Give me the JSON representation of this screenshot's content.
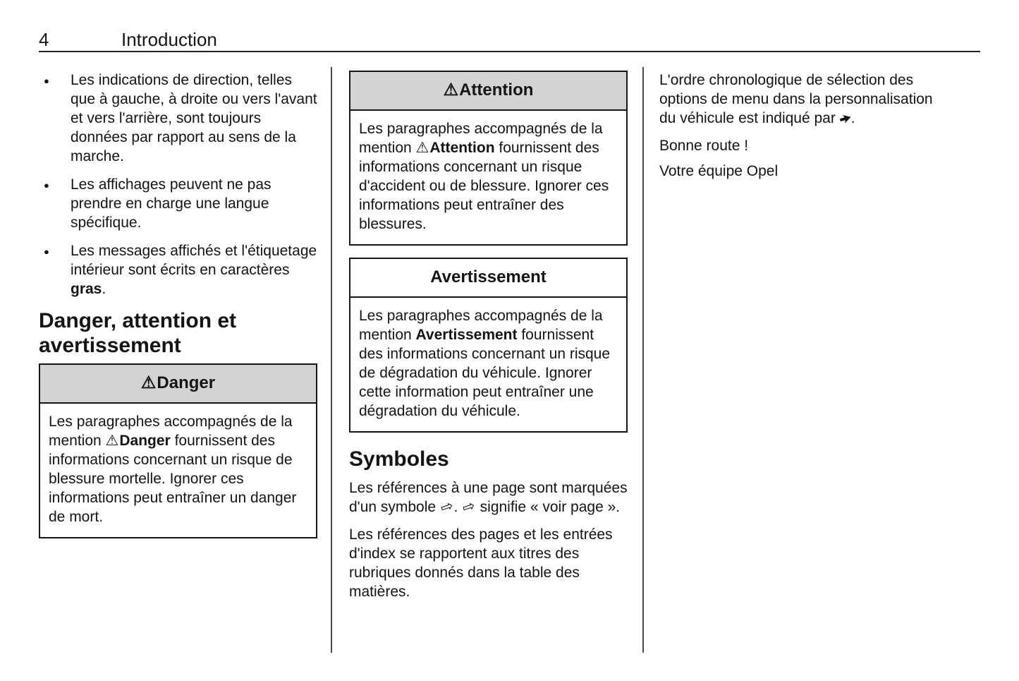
{
  "page_header": {
    "page_number": "4",
    "chapter_title": "Introduction"
  },
  "col1": {
    "bullets": [
      {
        "segments": [
          {
            "t": "Les indications de direction, telles que à gauche, à droite ou vers l'avant et vers l'arrière, sont toujours données par rapport au sens de la marche."
          }
        ]
      },
      {
        "segments": [
          {
            "t": "Les affichages peuvent ne pas prendre en charge une langue spécifique."
          }
        ]
      },
      {
        "segments": [
          {
            "t": "Les messages affichés et l'éti­quetage intérieur sont écrits en caractères "
          },
          {
            "t": "gras",
            "b": true
          },
          {
            "t": "."
          }
        ]
      }
    ],
    "section_heading": "Danger, attention et avertissement",
    "danger_box": {
      "title_segments": [
        {
          "t": "⚠",
          "icon": "warning-triangle"
        },
        {
          "t": "Danger"
        }
      ],
      "body_segments": [
        {
          "t": "Les paragraphes accompagnés de la mention "
        },
        {
          "t": "⚠",
          "icon": "warning-triangle"
        },
        {
          "t": "Danger",
          "b": true
        },
        {
          "t": " fournis­sent des informations concernant un risque de blessure mortelle. Ignorer ces informations peut entraîner un danger de mort."
        }
      ]
    }
  },
  "col2": {
    "attention_box": {
      "title_segments": [
        {
          "t": "⚠",
          "icon": "warning-triangle"
        },
        {
          "t": "Attention"
        }
      ],
      "body_segments": [
        {
          "t": "Les paragraphes accompagnés de la mention "
        },
        {
          "t": "⚠",
          "icon": "warning-triangle"
        },
        {
          "t": "Attention",
          "b": true
        },
        {
          "t": " fournis­sent des informations concernant un risque d'accident ou de bles­sure. Ignorer ces informations peut entraîner des blessures."
        }
      ]
    },
    "avertissement_box": {
      "title_segments": [
        {
          "t": "Avertissement"
        }
      ],
      "body_segments": [
        {
          "t": "Les paragraphes accompagnés de la mention "
        },
        {
          "t": "Avertissement",
          "b": true
        },
        {
          "t": " four­nissent des informations concer­nant un risque de dégradation du véhicule. Ignorer cette information peut entraîner une dégradation du véhicule."
        }
      ]
    },
    "symbols_heading": "Symboles",
    "symbols_paragraphs": [
      {
        "segments": [
          {
            "t": "Les références à une page sont marquées d'un symbole "
          },
          {
            "t": "⇨",
            "icon": "page-reference-arrow"
          },
          {
            "t": ". "
          },
          {
            "t": "⇨",
            "icon": "page-reference-arrow"
          },
          {
            "t": " signifie « voir page »."
          }
        ]
      },
      {
        "segments": [
          {
            "t": "Les références des pages et les entrées d'index se rapportent aux titres des rubriques donnés dans la table des matières."
          }
        ]
      }
    ]
  },
  "col3": {
    "personalization_paragraph": {
      "segments": [
        {
          "t": "L'ordre chronologique de sélection des options de menu dans la person­nalisation du véhicule est indiqué par "
        },
        {
          "t": "",
          "icon": "menu-sequence-arrow"
        },
        {
          "t": "."
        }
      ]
    },
    "closing_lines": [
      "Bonne route !",
      "Votre équipe Opel"
    ]
  },
  "colors": {
    "box_header_gray": "#d3d3d3",
    "border_black": "#141414",
    "text": "#141414"
  }
}
